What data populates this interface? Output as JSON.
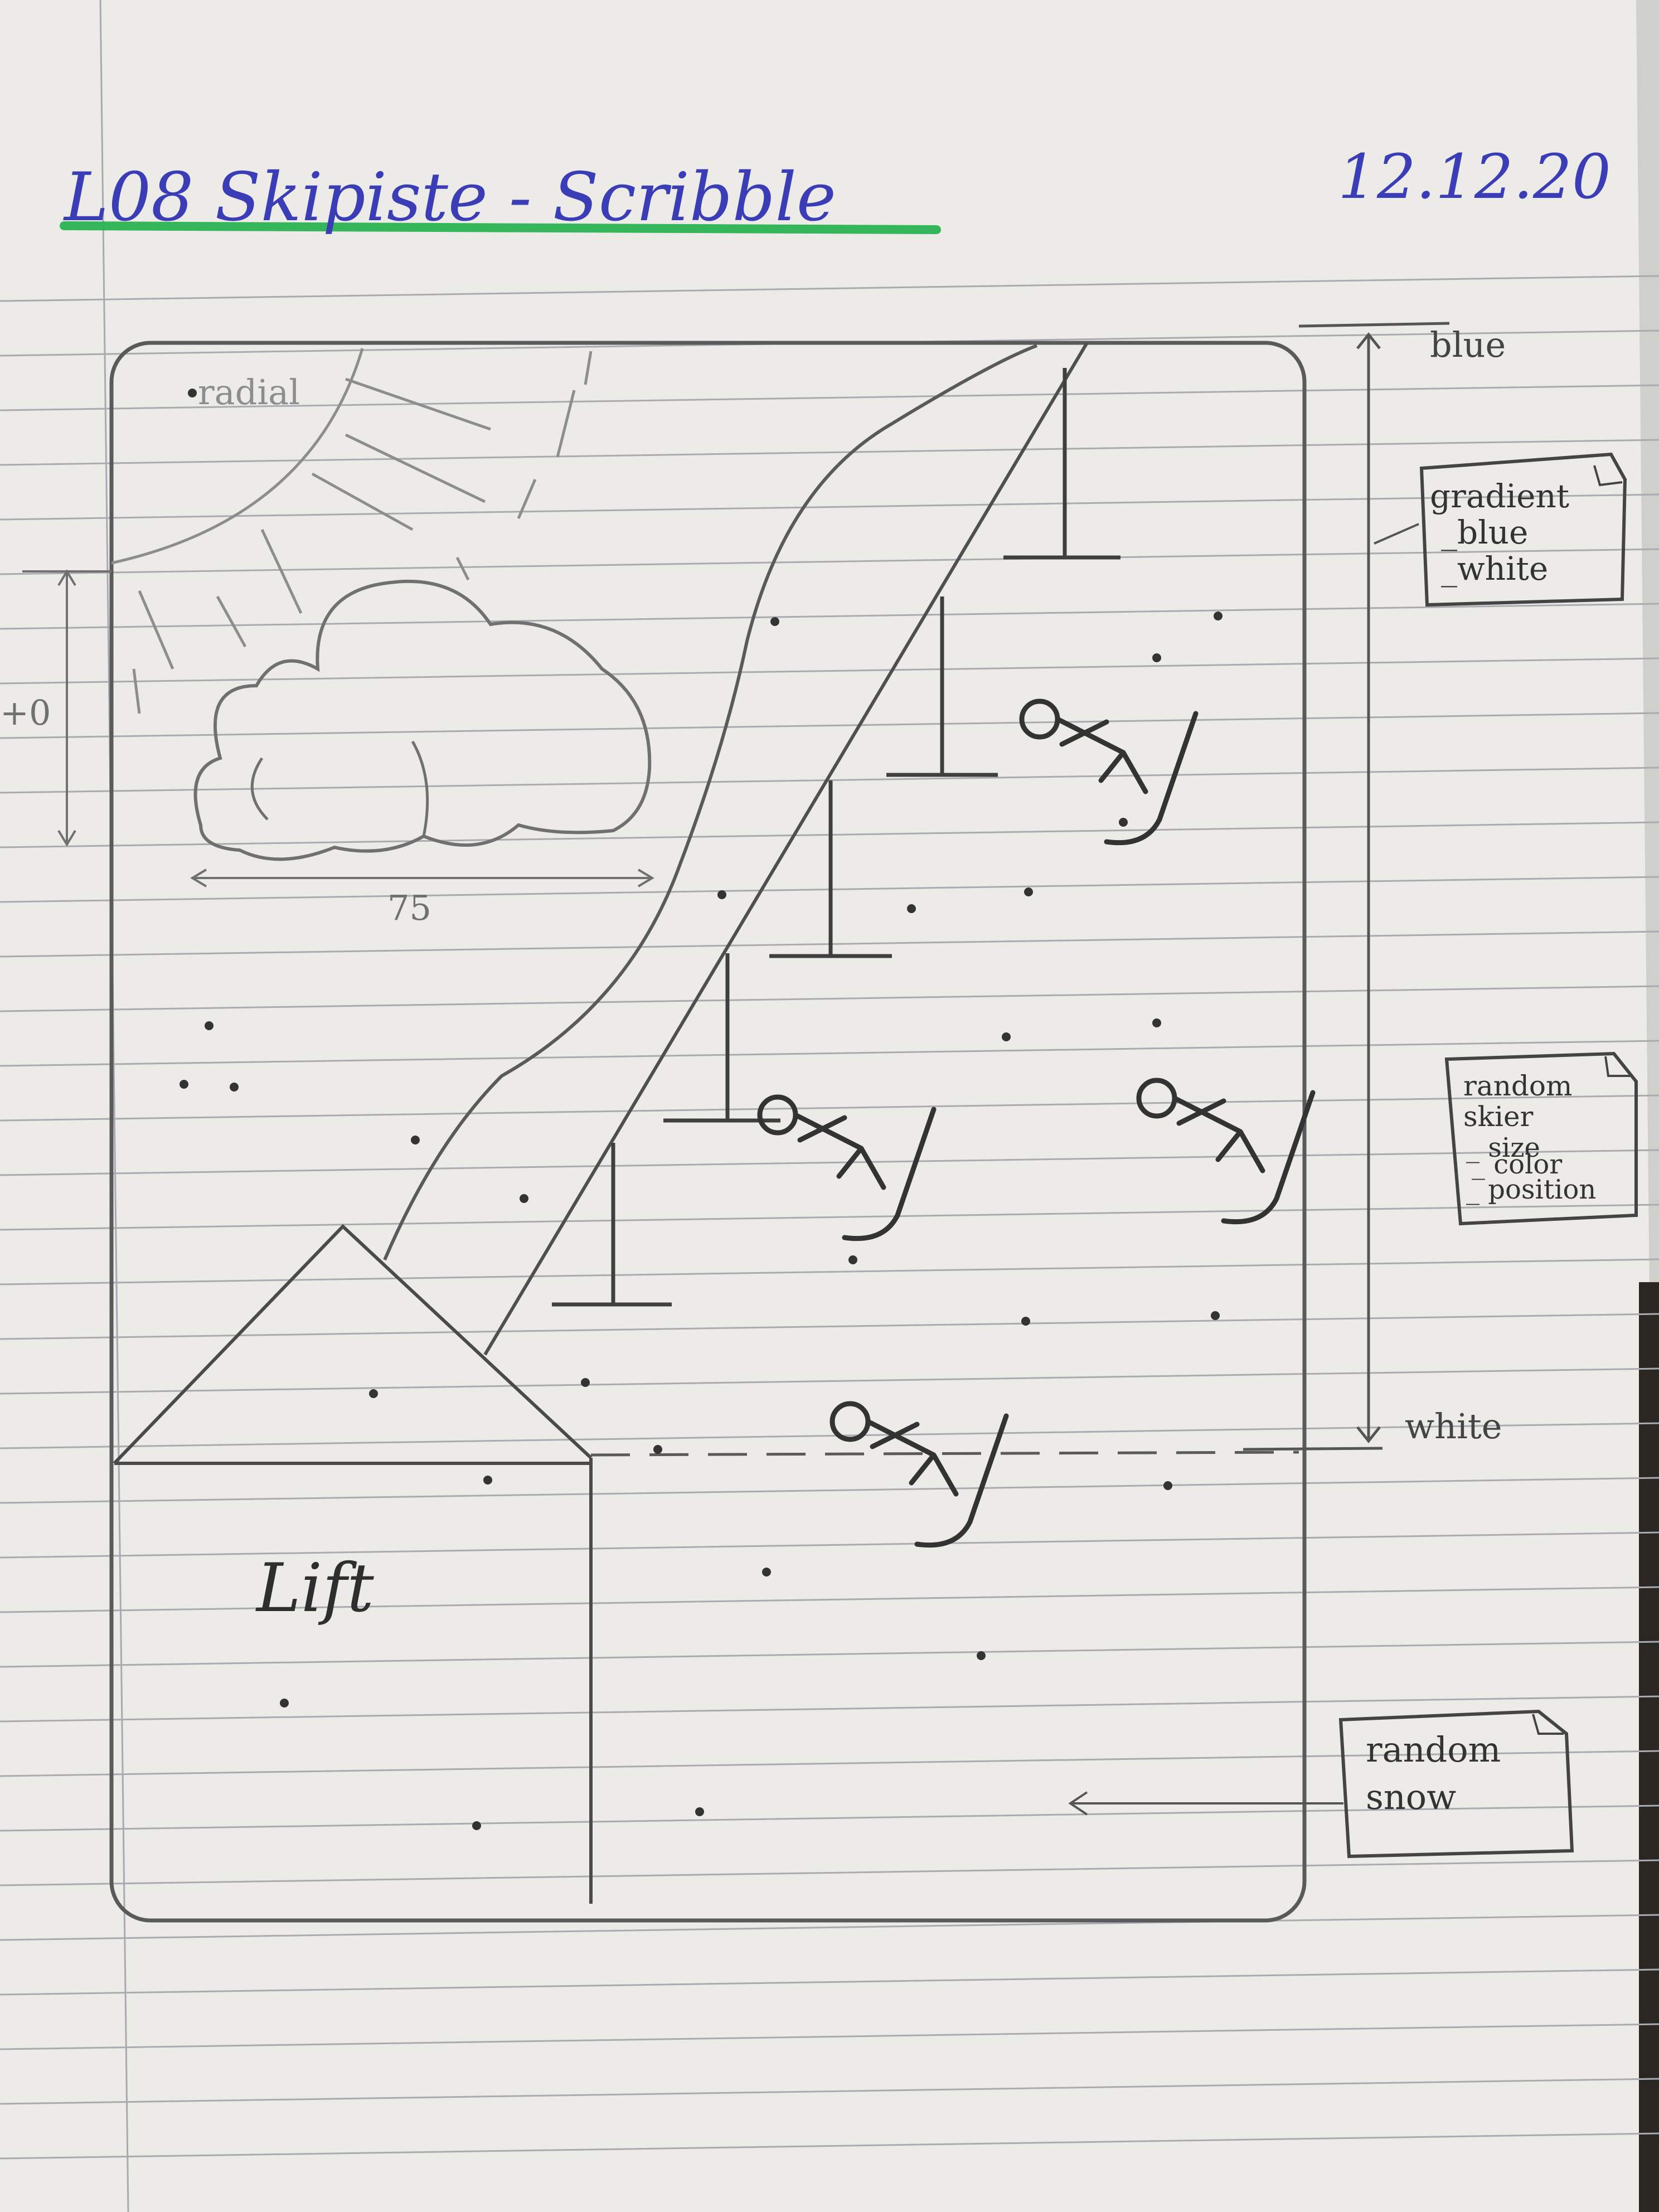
{
  "header": {
    "title": "L08   Skipiste - Scribble",
    "date": "12.12.20"
  },
  "annotations": {
    "sun_label": "radial",
    "cloud_height": "+0",
    "cloud_width": "75",
    "lift_label": "Lift",
    "gradient_top": "blue",
    "gradient_bottom": "white"
  },
  "notes": {
    "gradient": {
      "title": "gradient",
      "items": [
        "_blue",
        "_white"
      ]
    },
    "skier": {
      "title": "random skier",
      "items": [
        "_ size",
        "_ color",
        "_ position"
      ]
    },
    "snow": {
      "title": "random snow"
    }
  },
  "colors": {
    "paper": "#ecebe7",
    "rule_line": "#9fa3a8",
    "pencil": "#4f4f4f",
    "ink_blue": "#3a3db6",
    "highlight_green": "#22b14c"
  }
}
